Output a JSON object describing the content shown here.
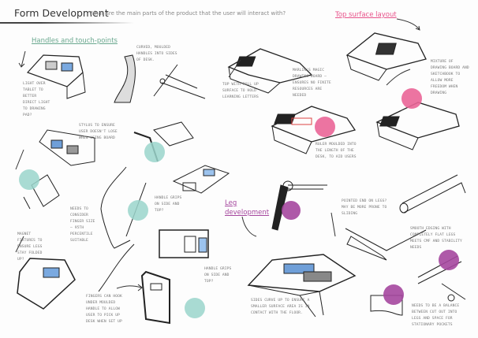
{
  "header": {
    "title": "Form Development",
    "subtitle": "What are the main parts of the product that the user will interact with?"
  },
  "sections": {
    "top_surface": "Top surface layout",
    "handles": "Handles and touch-points",
    "legs": "Leg development"
  },
  "notes": [
    "Curved, moulded handles into sides of desk.",
    "Light over tablet to better direct light to drawing pad?",
    "Top with pull up surface to hold learning letters",
    "Marlin's magic drawing board – ensures no finite resources are needed",
    "Mixture of drawing board and sketchbook to allow more freedom when drawing",
    "Stylus to ensure user doesn't lose when using board",
    "Ruler moulded into the length of the desk, to aid users",
    "Needs to consider finger size – 95th percentile suitable",
    "Handle grips on side and top?",
    "Pointed end on legs? May be more prone to sliding",
    "Smooth edging with completely flat legs meets CMF and stability needs",
    "Magnet fixtures to ensure legs stay folded up?",
    "Handle grips on side and top?",
    "Fingers can hook under moulded handle to allow user to pick up desk when set up",
    "Sides curve up to ensure a smaller surface area is in contact with the floor.",
    "Needs to be a balance between cut out into legs and space for stationary pockets"
  ],
  "colors": {
    "teal": "#9ad5cb",
    "pink": "#ea6597",
    "purple": "#a5479e",
    "handles_heading": "#6aa88f",
    "top_heading": "#e8528a",
    "legs_heading": "#a5479e"
  }
}
